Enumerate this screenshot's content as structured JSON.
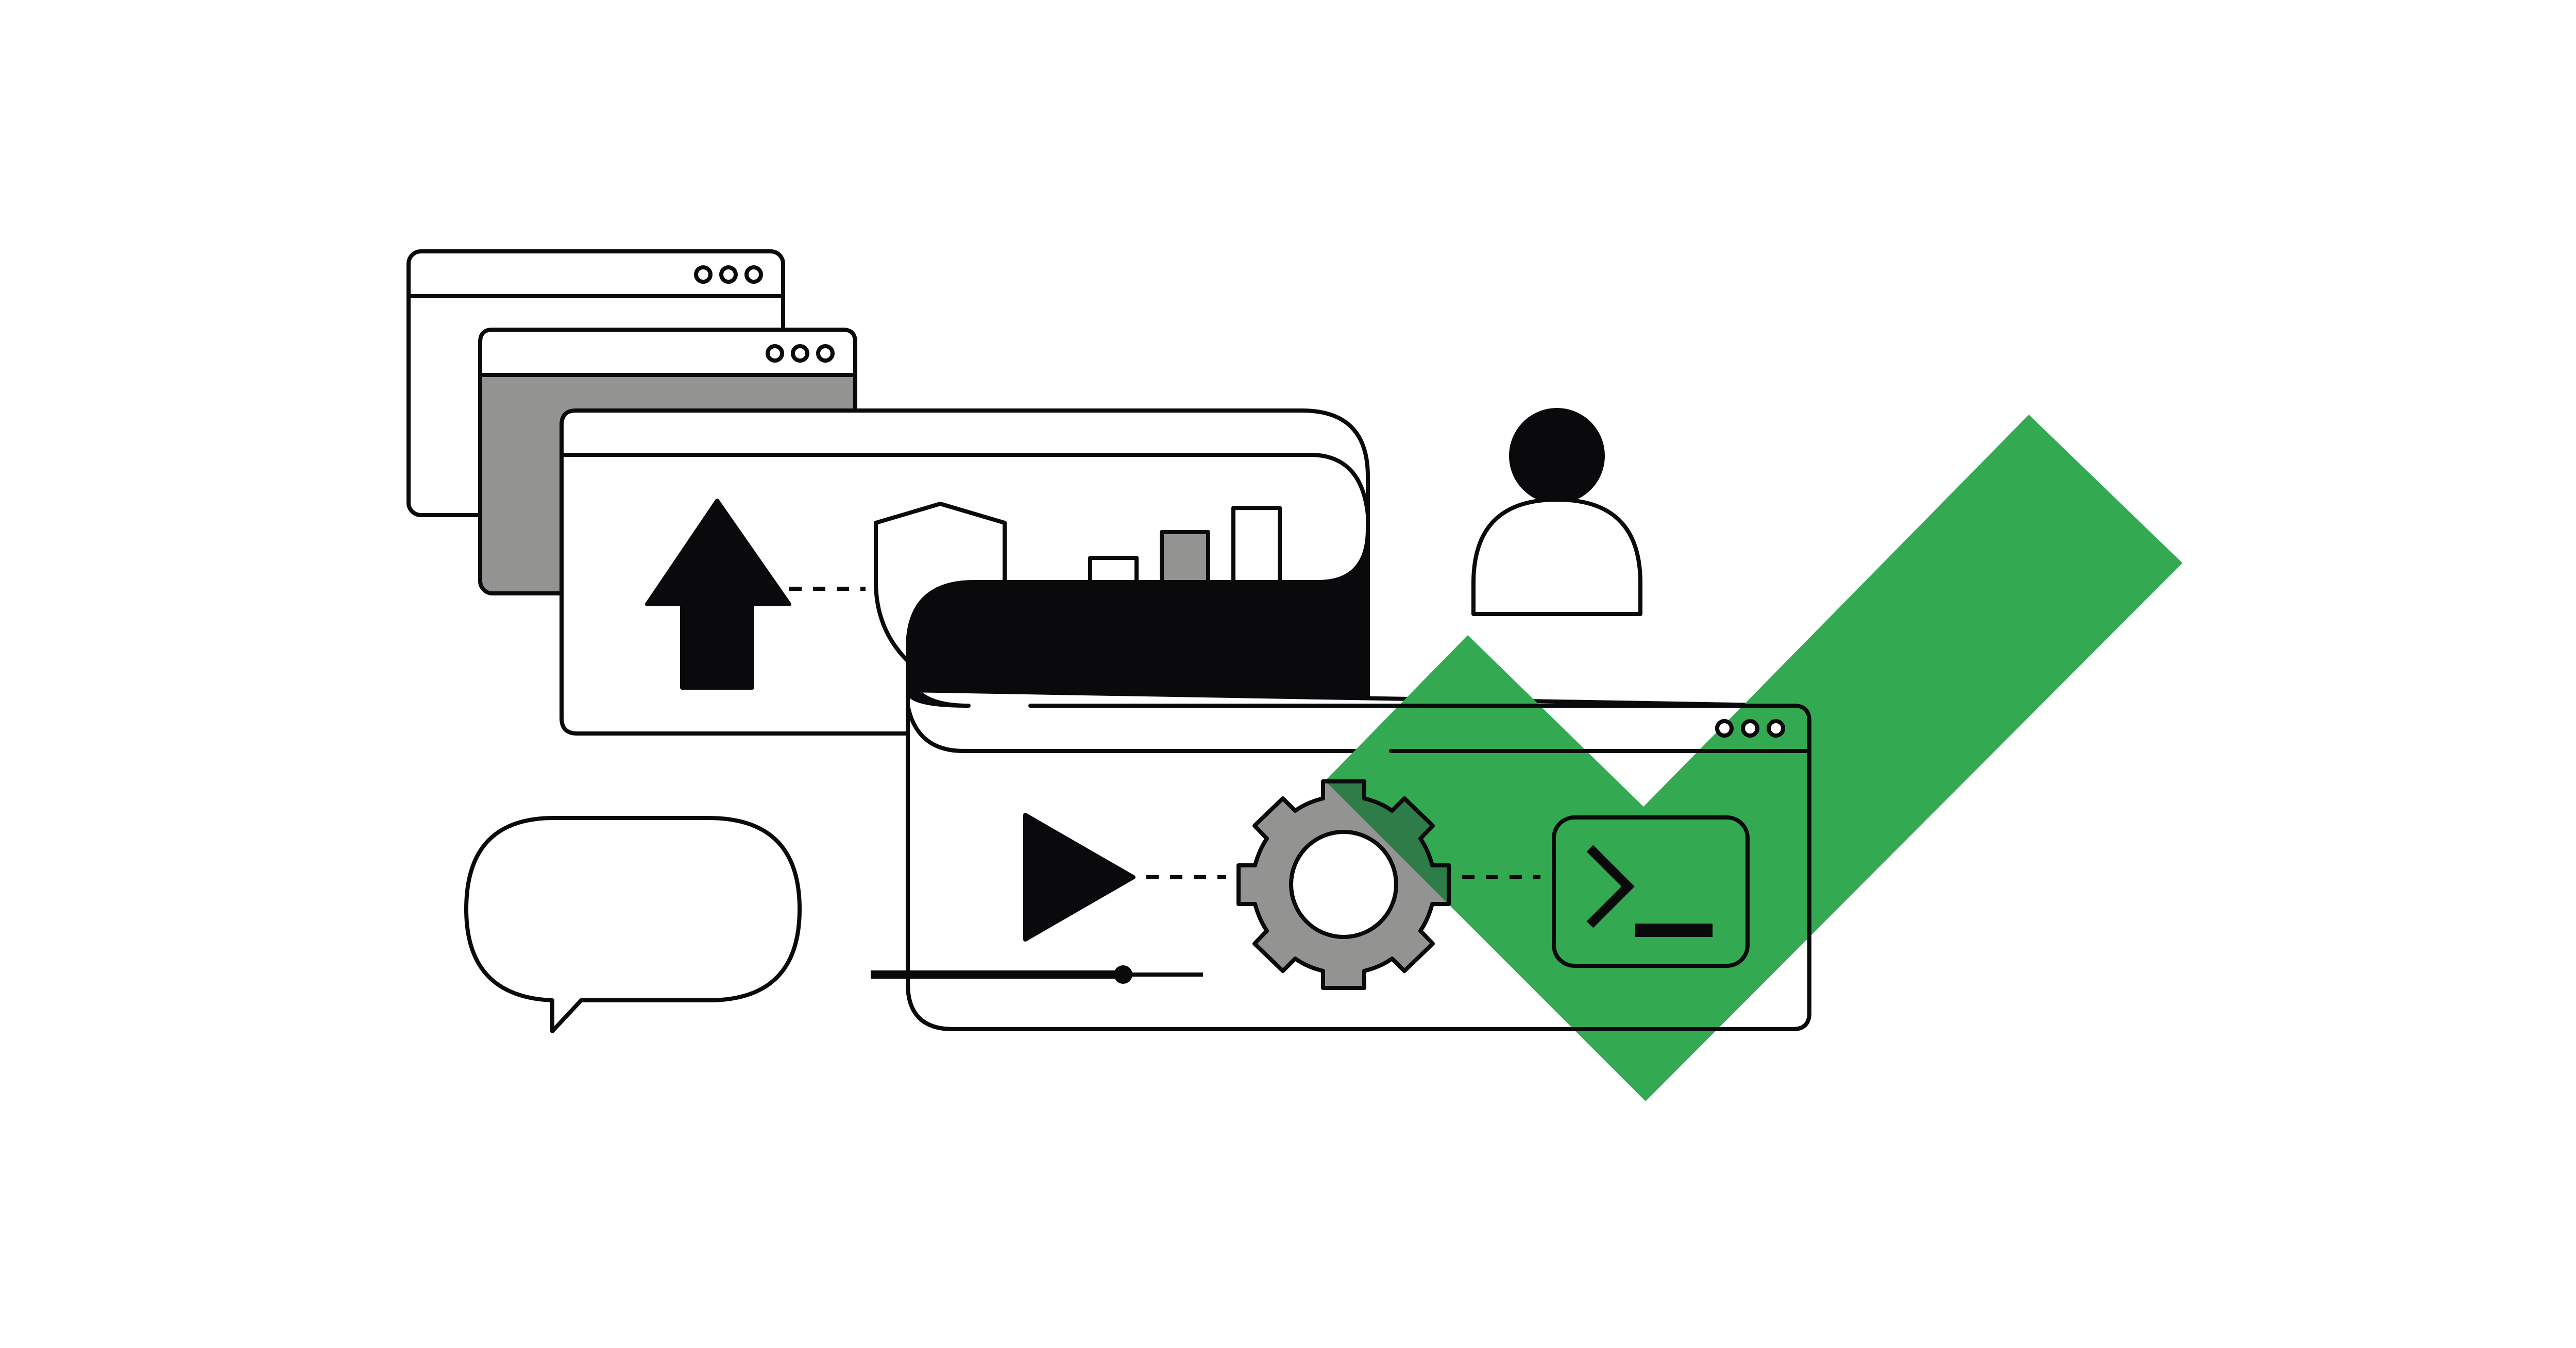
{
  "illustration": {
    "colors": {
      "ink": "#0a0a0c",
      "paper": "#ffffff",
      "gray": "#939392",
      "accent_green": "#33aa52",
      "gear_overlap_green": "#2e7d48"
    },
    "icons": [
      "browser-window-icon",
      "upload-arrow-icon",
      "shield-icon",
      "bar-chart-icon",
      "user-icon",
      "checkmark-icon",
      "play-icon",
      "gear-icon",
      "terminal-icon",
      "chat-bubble-icon",
      "slider-icon"
    ],
    "window_control_dots": 3,
    "bar_chart_levels": [
      0.33,
      0.67,
      1.0
    ]
  }
}
